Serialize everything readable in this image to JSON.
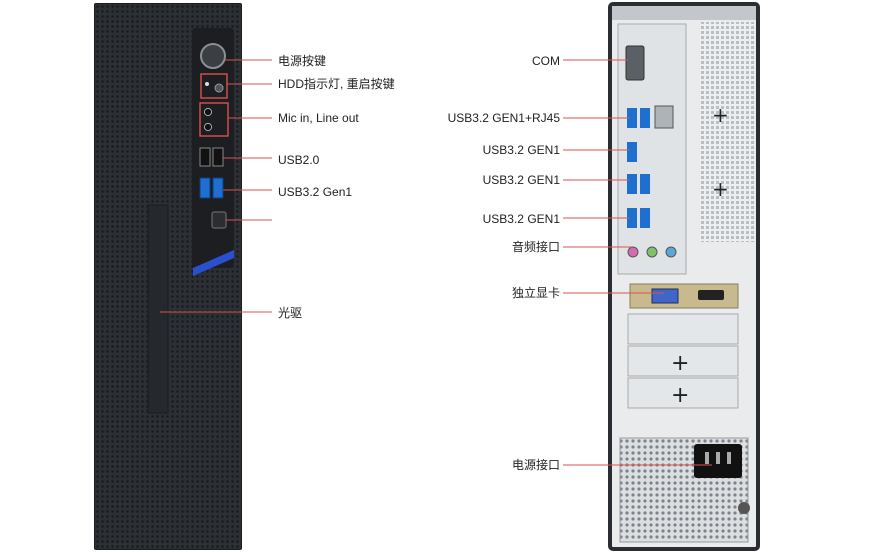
{
  "front_labels": {
    "power_button": "电源按键",
    "hdd_reset": "HDD指示灯, 重启按键",
    "mic_line": "Mic in, Line out",
    "usb20": "USB2.0",
    "usb32_gen1": "USB3.2 Gen1",
    "optical": "光驱"
  },
  "rear_labels": {
    "com": "COM",
    "usb_rj45": "USB3.2 GEN1+RJ45",
    "usb_1": "USB3.2 GEN1",
    "usb_2": "USB3.2 GEN1",
    "usb_3": "USB3.2 GEN1",
    "audio": "音频接口",
    "gpu": "独立显卡",
    "power_socket": "电源接口"
  },
  "colors": {
    "leader_line": "#d9534f",
    "case_dark": "#2c2f33",
    "usb3_blue": "#1f6fd1",
    "accent_blue": "#2a4fcf"
  }
}
